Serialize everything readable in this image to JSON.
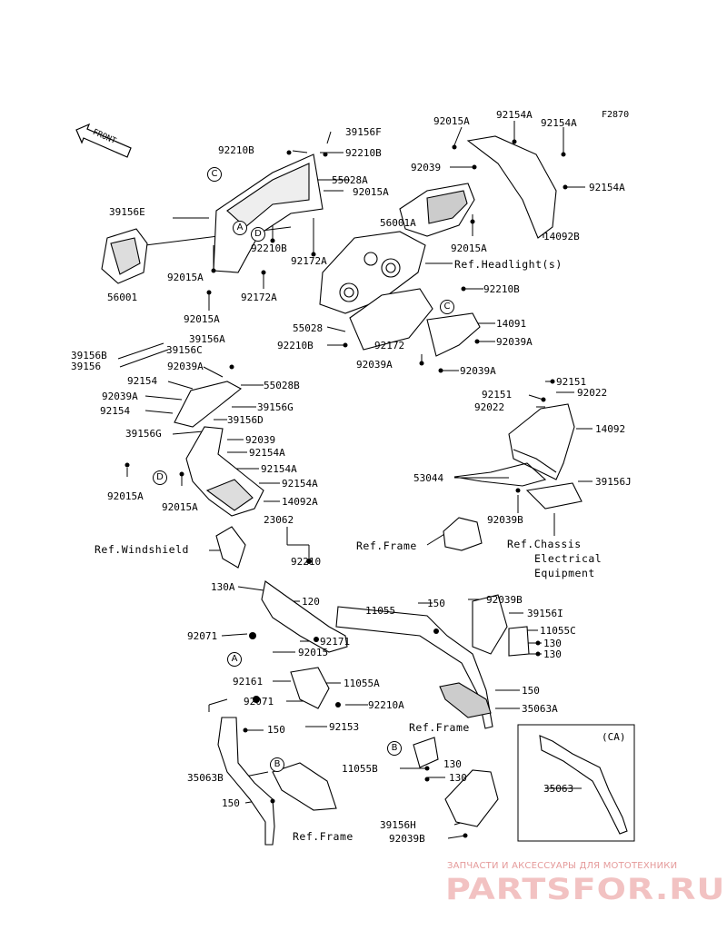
{
  "diagram_code": "F2870",
  "front_label": "FRONT",
  "watermark": {
    "subtitle": "ЗАПЧАСТИ И АКСЕССУАРЫ ДЛЯ МОТОТЕХНИКИ",
    "brand": "PARTSFOR.RU"
  },
  "callouts": [
    "A",
    "B",
    "C",
    "D"
  ],
  "labels": {
    "l39156F": "39156F",
    "l92210B_a": "92210B",
    "l92210B_b": "92210B",
    "l92015A_a": "92015A",
    "l92154A_a": "92154A",
    "l92154A_b": "92154A",
    "l92039_a": "92039",
    "l55028A": "55028A",
    "l92015A_b": "92015A",
    "l92154A_c": "92154A",
    "l39156E": "39156E",
    "l56001A": "56001A",
    "l92015A_c": "92015A",
    "l14092B": "14092B",
    "l92210B_c": "92210B",
    "l92172A_a": "92172A",
    "l92015A_d": "92015A",
    "l92172A_b": "92172A",
    "l56001": "56001",
    "l92015A_e": "92015A",
    "l92210B_d": "92210B",
    "l55028": "55028",
    "l92210B_e": "92210B",
    "l92172": "92172",
    "l14091": "14091",
    "l92039A_a": "92039A",
    "l39156A": "39156A",
    "l39156B": "39156B",
    "l39156C": "39156C",
    "l39156": "39156",
    "l92039A_b": "92039A",
    "l92039A_c": "92039A",
    "l92039A_d": "92039A",
    "l92154_a": "92154",
    "l55028B": "55028B",
    "l92039A_e": "92039A",
    "l39156G_a": "39156G",
    "l92154_b": "92154",
    "l39156D": "39156D",
    "l39156G_b": "39156G",
    "l92039_b": "92039",
    "l92154A_d": "92154A",
    "l92154A_e": "92154A",
    "l92154A_f": "92154A",
    "l92015A_f": "92015A",
    "l92015A_g": "92015A",
    "l14092A": "14092A",
    "l92151_a": "92151",
    "l92151_b": "92151",
    "l92022_a": "92022",
    "l92022_b": "92022",
    "l14092": "14092",
    "l53044": "53044",
    "l39156J": "39156J",
    "l92039B_a": "92039B",
    "l23062": "23062",
    "l92210": "92210",
    "l130A": "130A",
    "l120": "120",
    "l11055": "11055",
    "l150_a": "150",
    "l92039B_b": "92039B",
    "l39156I": "39156I",
    "l11055C": "11055C",
    "l130_a": "130",
    "l130_b": "130",
    "l92071_a": "92071",
    "l92015": "92015",
    "l92171": "92171",
    "l92161": "92161",
    "l11055A": "11055A",
    "l150_b": "150",
    "l35063A": "35063A",
    "l92071_b": "92071",
    "l92210A": "92210A",
    "l92153": "92153",
    "l150_c": "150",
    "l35063B": "35063B",
    "l150_d": "150",
    "l11055B": "11055B",
    "l130_c": "130",
    "l130_d": "130",
    "l39156H": "39156H",
    "l92039B_c": "92039B",
    "l35063": "35063",
    "lCA": "(CA)"
  },
  "references": {
    "headlight": "Ref.Headlight(s)",
    "frame_a": "Ref.Frame",
    "frame_b": "Ref.Frame",
    "frame_c": "Ref.Frame",
    "windshield": "Ref.Windshield",
    "chassis_1": "Ref.Chassis",
    "chassis_2": "Electrical",
    "chassis_3": "Equipment"
  }
}
